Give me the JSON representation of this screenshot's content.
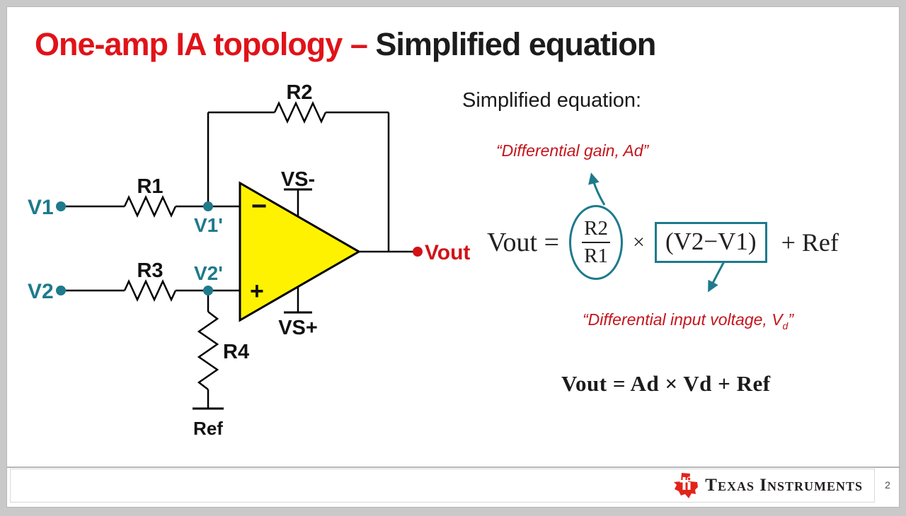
{
  "title": {
    "part1": "One-amp IA topology – ",
    "part2": "Simplified equation"
  },
  "heading": {
    "text": "Simplified equation:"
  },
  "colors": {
    "teal_accent": "#1E7A8C",
    "title_red": "#E01319",
    "annotation_red": "#C4151C",
    "vout_red": "#D21217",
    "opamp_yellow": "#FFF200"
  },
  "circuit": {
    "v1": "V1",
    "v2": "V2",
    "v1_prime": "V1'",
    "v2_prime": "V2'",
    "r1": "R1",
    "r2": "R2",
    "r3": "R3",
    "r4": "R4",
    "vs_minus": "VS-",
    "vs_plus": "VS+",
    "vout": "Vout",
    "ref": "Ref",
    "minus_input": "−",
    "plus_input": "+"
  },
  "equation": {
    "lhs": "Vout =",
    "numerator": "R2",
    "denominator": "R1",
    "times": "×",
    "difference": "(V2−V1)",
    "plus_ref": "+ Ref",
    "gain_note": "“Differential gain, Ad”",
    "vd_note_prefix": "“Differential input voltage, V",
    "vd_note_sub": "d",
    "vd_note_suffix": "”",
    "simplified": "Vout = Ad × Vd + Ref"
  },
  "footer": {
    "brand": "Texas Instruments",
    "page_number": "2"
  }
}
